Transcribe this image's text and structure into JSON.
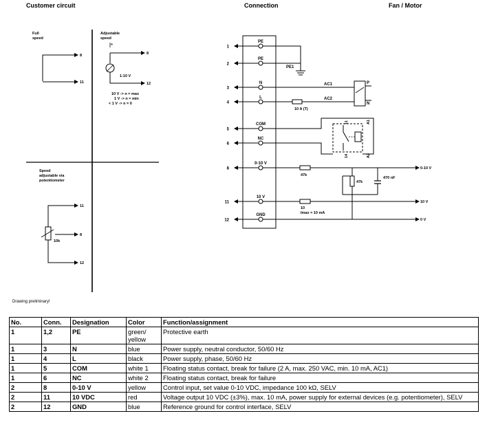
{
  "headers": {
    "customer_circuit": "Customer circuit",
    "connection": "Connection",
    "fan_motor": "Fan / Motor"
  },
  "customer": {
    "full_speed": [
      "Full",
      "speed"
    ],
    "adjustable_speed": [
      "Adjustable",
      "speed"
    ],
    "voltage_source": "1-10 V",
    "scale_notes": [
      "10 V -> n = max",
      "1 V -> n = min",
      "< 1 V -> n = 0"
    ],
    "potentiometer_title": [
      "Speed",
      "adjustable via",
      "potentiometer"
    ],
    "potentiometer_value": "10k",
    "terminal_8": "8",
    "terminal_11": "11",
    "terminal_12": "12"
  },
  "terminals": [
    {
      "num": "1",
      "label": "PE"
    },
    {
      "num": "2",
      "label": "PE"
    },
    {
      "num": "3",
      "label": "N"
    },
    {
      "num": "4",
      "label": "L"
    },
    {
      "num": "5",
      "label": "COM"
    },
    {
      "num": "6",
      "label": "NC"
    },
    {
      "num": "8",
      "label": "0-10 V"
    },
    {
      "num": "11",
      "label": "10 V"
    },
    {
      "num": "12",
      "label": "GND"
    }
  ],
  "circuit": {
    "pe1": "PE1",
    "ac1": "AC1",
    "ac2": "AC2",
    "p": "P",
    "n": "N",
    "fuse": "10 A (T)",
    "relay_pins": [
      "11",
      "A1",
      "14",
      "A2"
    ],
    "r1": "47k",
    "r2": "47k",
    "cap": "470 nF",
    "r3": "10",
    "imax": "Imax = 10 mA",
    "out_8": "0-10 V",
    "out_11": "10 V",
    "out_12": "0 V"
  },
  "drawing_note": "Drawing preliminary!",
  "table": {
    "headers": [
      "No.",
      "Conn.",
      "Designation",
      "Color",
      "Function/assignment"
    ],
    "rows": [
      [
        "1",
        "1,2",
        "PE",
        "green/ yellow",
        "Protective earth"
      ],
      [
        "1",
        "3",
        "N",
        "blue",
        "Power supply, neutral conductor, 50/60 Hz"
      ],
      [
        "1",
        "4",
        "L",
        "black",
        "Power supply, phase, 50/60 Hz"
      ],
      [
        "1",
        "5",
        "COM",
        "white 1",
        "Floating status contact, break for failure (2 A, max. 250 VAC, min. 10 mA, AC1)"
      ],
      [
        "1",
        "6",
        "NC",
        "white 2",
        "Floating status contact, break for failure"
      ],
      [
        "2",
        "8",
        "0-10 V",
        "yellow",
        "Control input, set value 0-10 VDC, impedance 100 kΩ, SELV"
      ],
      [
        "2",
        "11",
        "10 VDC",
        "red",
        "Voltage output 10 VDC (±3%), max. 10 mA, power supply for external devices (e.g. potentiometer), SELV"
      ],
      [
        "2",
        "12",
        "GND",
        "blue",
        "Reference ground for control interface, SELV"
      ]
    ]
  }
}
